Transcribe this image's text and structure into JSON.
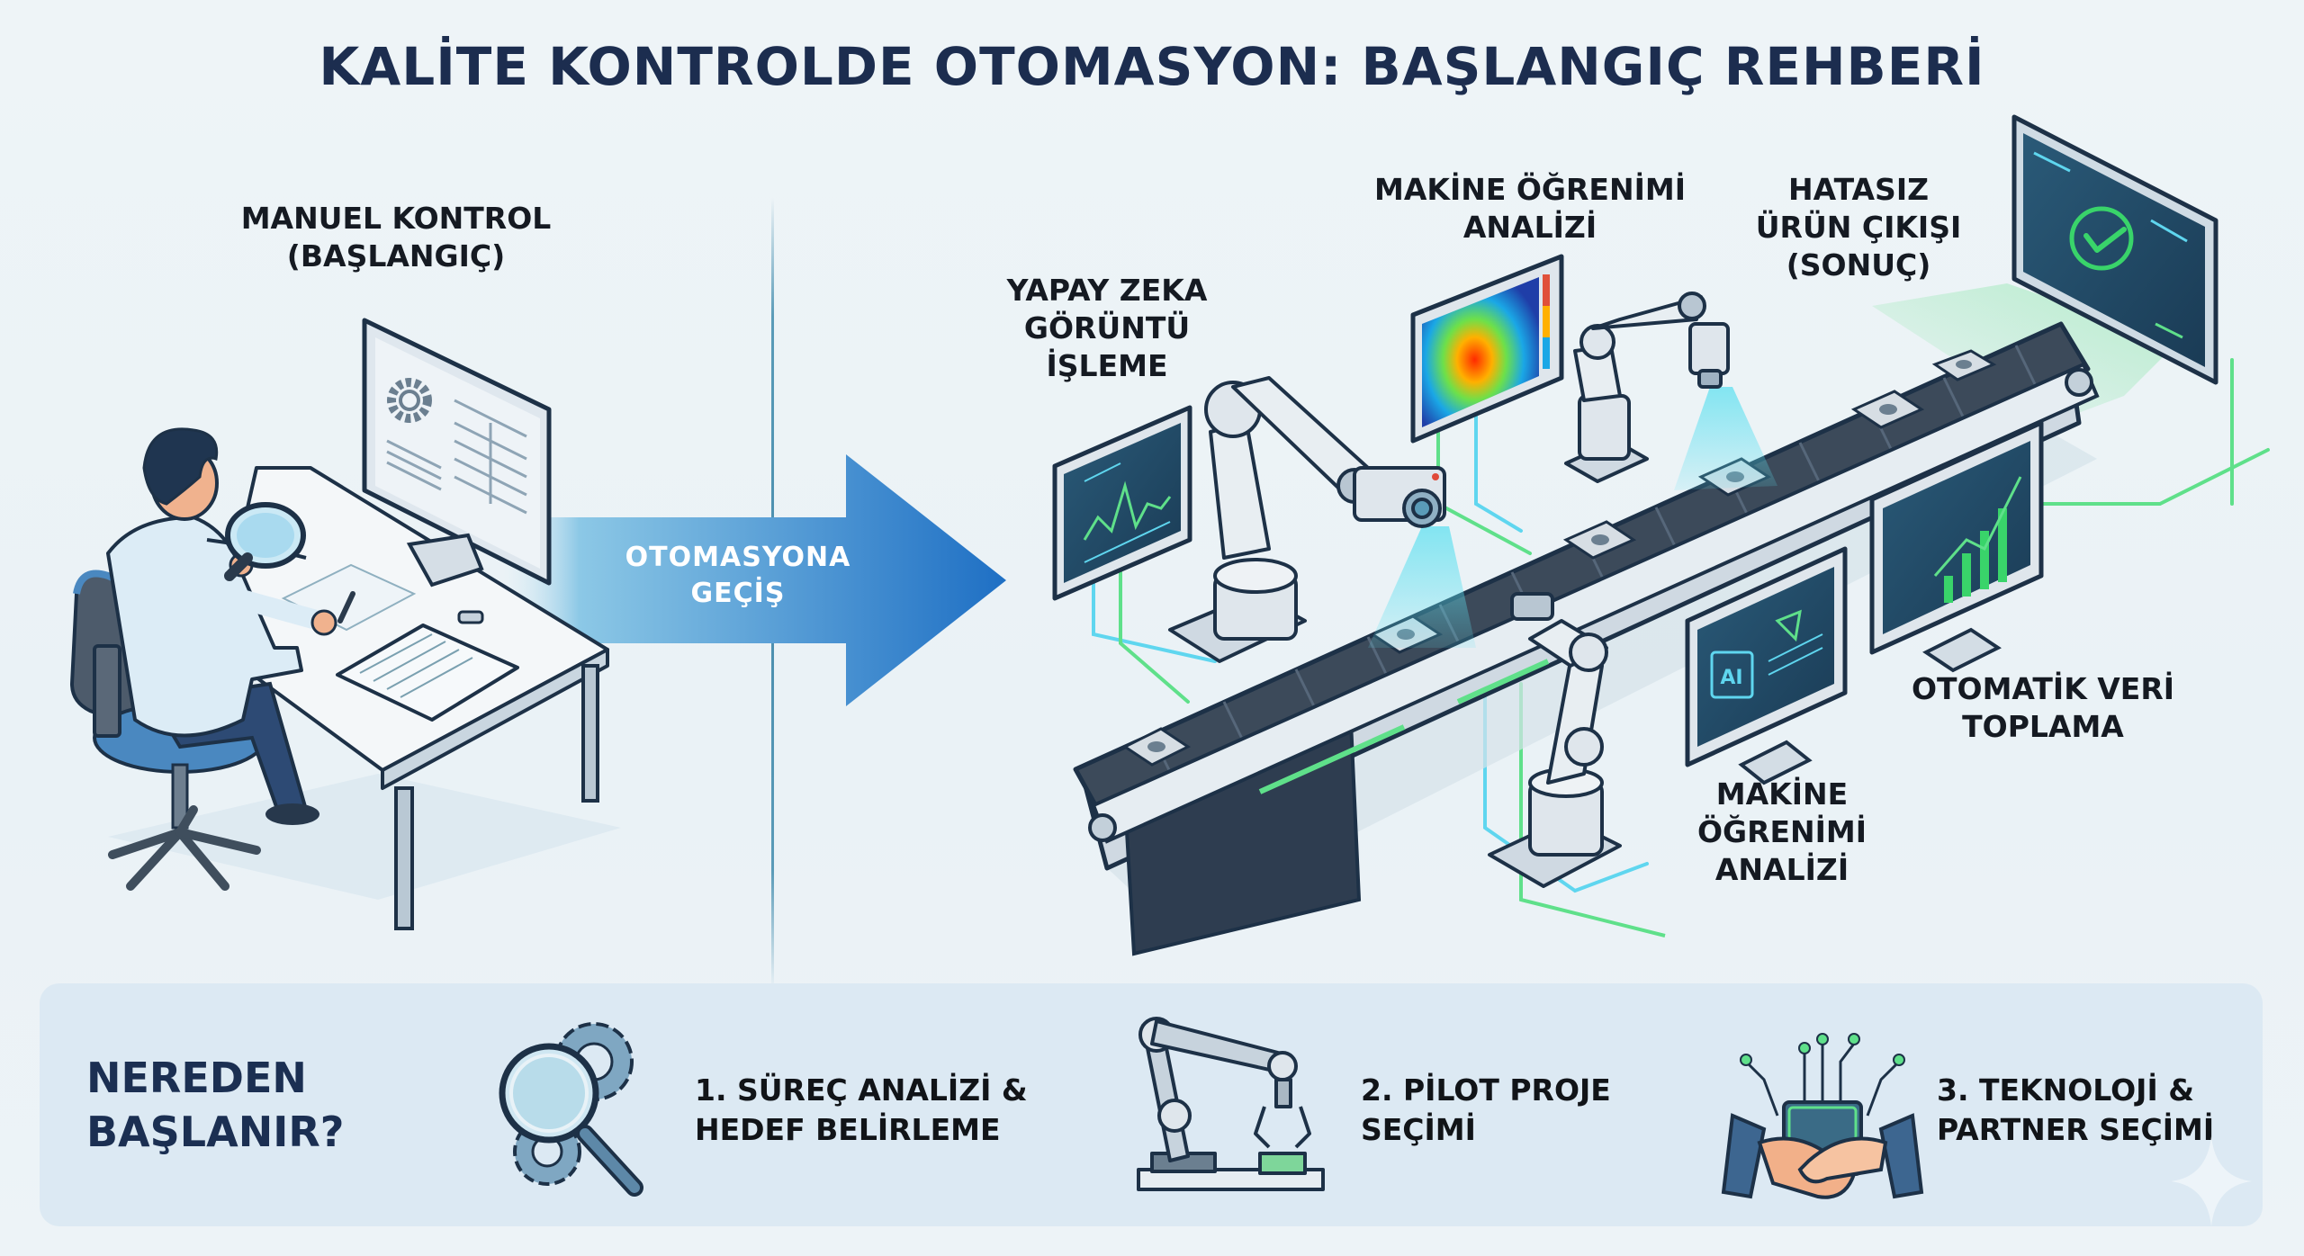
{
  "title": "KALİTE KONTROLDE OTOMASYON:  BAŞLANGIÇ REHBERİ",
  "left_section": {
    "label_lines": [
      "MANUEL KONTROL",
      "(BAŞLANGIÇ)"
    ]
  },
  "transition_arrow": {
    "label_lines": [
      "OTOMASYONA",
      "GEÇİŞ"
    ],
    "color_start": "#8cc8e6",
    "color_end": "#1e6fc4"
  },
  "right_section": {
    "labels": [
      {
        "id": "ai-vision",
        "lines": [
          "YAPAY ZEKA",
          "GÖRÜNTÜ",
          "İŞLEME"
        ]
      },
      {
        "id": "ml-analysis-top",
        "lines": [
          "MAKİNE ÖĞRENİMİ",
          "ANALİZİ"
        ]
      },
      {
        "id": "defect-free-output",
        "lines": [
          "HATASIZ",
          "ÜRÜN ÇIKIŞI",
          "(SONUÇ)"
        ]
      },
      {
        "id": "auto-data-collection",
        "lines": [
          "OTOMATİK VERİ",
          "TOPLAMA"
        ]
      },
      {
        "id": "ml-analysis-bottom",
        "lines": [
          "MAKİNE",
          "ÖĞRENİMİ",
          "ANALİZİ"
        ]
      }
    ],
    "monitor_ai_text": "AI"
  },
  "bottom_panel": {
    "heading_lines": [
      "NEREDEN",
      "BAŞLANIR?"
    ],
    "steps": [
      {
        "icon": "magnifier-gears-icon",
        "lines": [
          "1. SÜREÇ ANALİZİ &",
          "HEDEF BELİRLEME"
        ]
      },
      {
        "icon": "robot-arm-icon",
        "lines": [
          "2. PİLOT PROJE",
          "SEÇİMİ"
        ]
      },
      {
        "icon": "chip-handshake-icon",
        "lines": [
          "3. TEKNOLOJİ &",
          "PARTNER SEÇİMİ"
        ]
      }
    ]
  },
  "colors": {
    "title": "#1c2d4f",
    "accent_blue": "#1e6fc4",
    "accent_green": "#39d46a",
    "accent_cyan": "#4fc3e0",
    "panel_bg": "#dce9f3"
  }
}
